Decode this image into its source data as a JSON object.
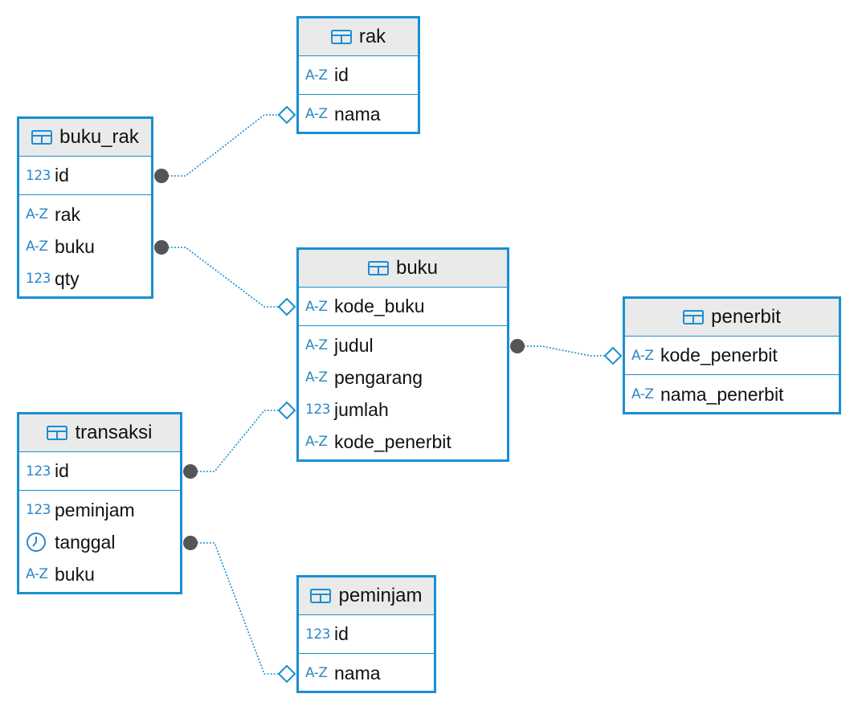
{
  "colors": {
    "accent": "#1a8fd1",
    "header_bg": "#eaeaea",
    "type_icon": "#2b87c6",
    "connector_dot": "#555555"
  },
  "type_icons": {
    "string": "A-Z",
    "number": "123",
    "datetime": "clock-icon"
  },
  "tables": [
    {
      "id": "rak",
      "name": "rak",
      "pk": [
        {
          "name": "id",
          "type": "string"
        }
      ],
      "columns": [
        {
          "name": "nama",
          "type": "string"
        }
      ]
    },
    {
      "id": "buku_rak",
      "name": "buku_rak",
      "pk": [
        {
          "name": "id",
          "type": "number"
        }
      ],
      "columns": [
        {
          "name": "rak",
          "type": "string"
        },
        {
          "name": "buku",
          "type": "string"
        },
        {
          "name": "qty",
          "type": "number"
        }
      ]
    },
    {
      "id": "buku",
      "name": "buku",
      "pk": [
        {
          "name": "kode_buku",
          "type": "string"
        }
      ],
      "columns": [
        {
          "name": "judul",
          "type": "string"
        },
        {
          "name": "pengarang",
          "type": "string"
        },
        {
          "name": "jumlah",
          "type": "number"
        },
        {
          "name": "kode_penerbit",
          "type": "string"
        }
      ]
    },
    {
      "id": "penerbit",
      "name": "penerbit",
      "pk": [
        {
          "name": "kode_penerbit",
          "type": "string"
        }
      ],
      "columns": [
        {
          "name": "nama_penerbit",
          "type": "string"
        }
      ]
    },
    {
      "id": "transaksi",
      "name": "transaksi",
      "pk": [
        {
          "name": "id",
          "type": "number"
        }
      ],
      "columns": [
        {
          "name": "peminjam",
          "type": "number"
        },
        {
          "name": "tanggal",
          "type": "datetime"
        },
        {
          "name": "buku",
          "type": "string"
        }
      ]
    },
    {
      "id": "peminjam",
      "name": "peminjam",
      "pk": [
        {
          "name": "id",
          "type": "number"
        }
      ],
      "columns": [
        {
          "name": "nama",
          "type": "string"
        }
      ]
    }
  ],
  "relationships": [
    {
      "from": "buku_rak",
      "from_column": "id",
      "to": "rak",
      "to_column": "nama"
    },
    {
      "from": "buku_rak",
      "from_column": "buku",
      "to": "buku",
      "to_column": "kode_buku"
    },
    {
      "from": "buku",
      "from_column": "judul",
      "to": "penerbit",
      "to_column": "kode_penerbit"
    },
    {
      "from": "transaksi",
      "from_column": "id",
      "to": "buku",
      "to_column": "jumlah"
    },
    {
      "from": "transaksi",
      "from_column": "tanggal",
      "to": "peminjam",
      "to_column": "nama"
    }
  ]
}
